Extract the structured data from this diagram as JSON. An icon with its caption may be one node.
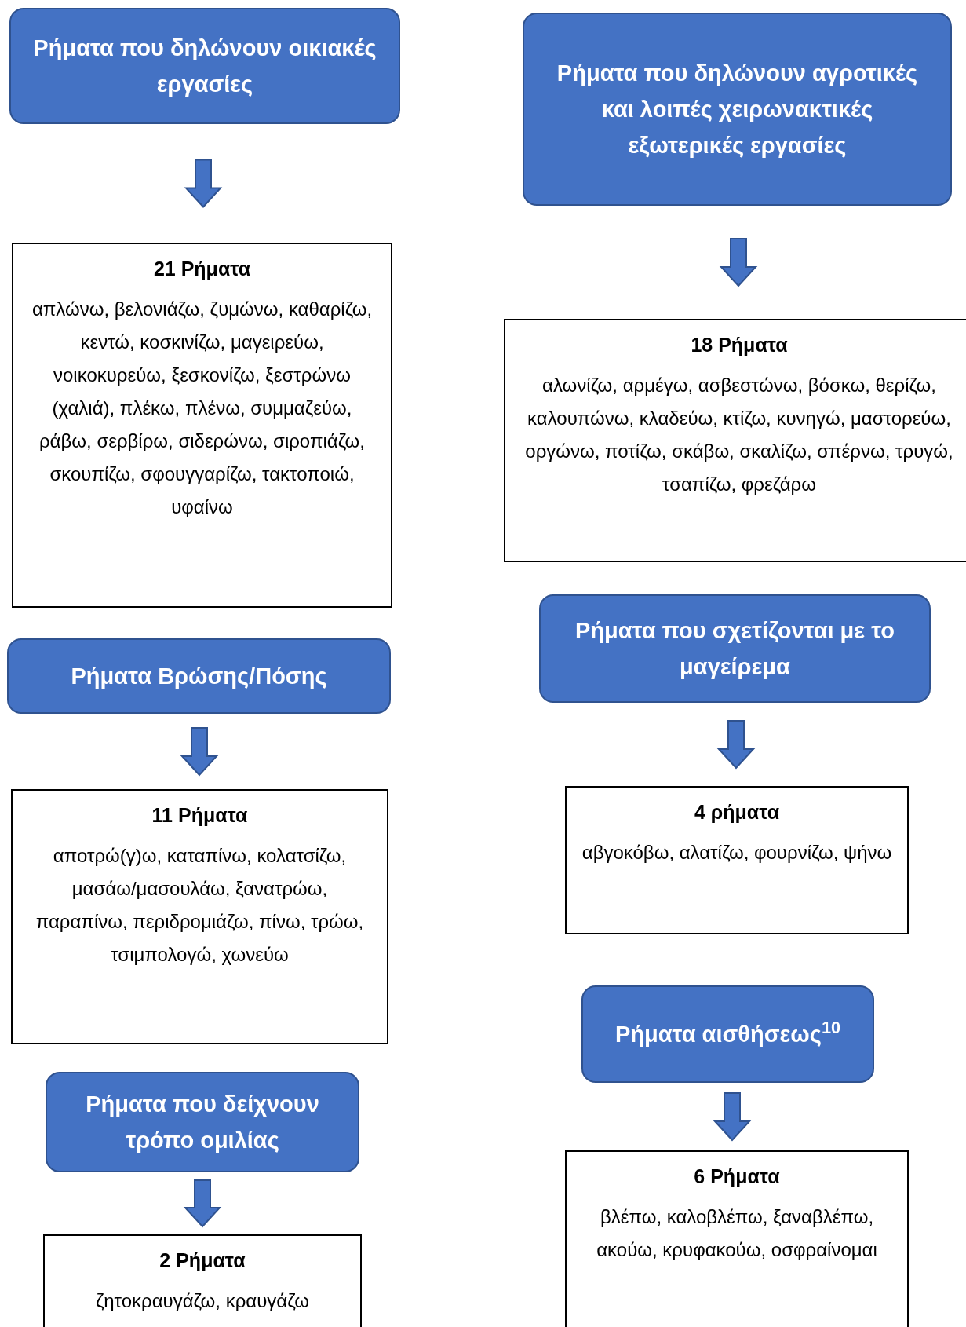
{
  "diagram": {
    "nodes": [
      {
        "text": [
          "Ρήματα που δηλώνουν οικιακές εργασίες"
        ]
      },
      {
        "text": [
          "21 Ρήματα",
          "απλώνω, βελονιάζω, ζυμώνω, καθαρίζω, κεντώ, κοσκινίζω, μαγειρεύω, νοικοκυρεύω, ξεσκονίζω, ξεστρώνω (χαλιά), πλέκω, πλένω, συμμαζεύω, ράβω, σερβίρω, σιδερώνω, σιροπιάζω, σκουπίζω, σφουγγαρίζω, τακτοποιώ, υφαίνω"
        ]
      },
      {
        "text": [
          "Ρήματα Βρώσης/Πόσης"
        ]
      },
      {
        "text": [
          "11 Ρήματα",
          "αποτρώ(γ)ω, καταπίνω, κολατσίζω, μασάω/μασουλάω, ξανατρώω, παραπίνω, περιδρομιάζω, πίνω, τρώω, τσιμπολογώ, χωνεύω"
        ]
      },
      {
        "text": [
          "Ρήματα που δείχνουν τρόπο ομιλίας"
        ]
      },
      {
        "text": [
          "2 Ρήματα",
          "ζητοκραυγάζω, κραυγάζω"
        ]
      },
      {
        "text": [
          "Ρήματα που δηλώνουν αγροτικές και λοιπές χειρωνακτικές εξωτερικές εργασίες"
        ]
      },
      {
        "text": [
          "18 Ρήματα",
          "αλωνίζω, αρμέγω, ασβεστώνω, βόσκω, θερίζω, καλουπώνω, κλαδεύω, κτίζω, κυνηγώ, μαστορεύω, οργώνω, ποτίζω, σκάβω, σκαλίζω, σπέρνω, τρυγώ, τσαπίζω, φρεζάρω"
        ]
      },
      {
        "text": [
          "Ρήματα που σχετίζονται με το μαγείρεμα"
        ]
      },
      {
        "text": [
          "4 ρήματα",
          "αβγοκόβω, αλατίζω, φουρνίζω, ψήνω"
        ]
      },
      {
        "text": [
          "Ρήματα αισθήσεως$^{10}$"
        ]
      },
      {
        "text": [
          "6 Ρήματα",
          "βλέπω, καλοβλέπω, ξαναβλέπω, ακούω, κρυφακούω, οσφραίνομαι"
        ]
      }
    ],
    "edges": [
      {
        "from": 0,
        "to": 1,
        "arrow": "to"
      },
      {
        "from": 2,
        "to": 3,
        "arrow": "to"
      },
      {
        "from": 4,
        "to": 5,
        "arrow": "to"
      },
      {
        "from": 6,
        "to": 7,
        "arrow": "to"
      },
      {
        "from": 8,
        "to": 9,
        "arrow": "to"
      },
      {
        "from": 10,
        "to": 11,
        "arrow": "to"
      }
    ]
  }
}
